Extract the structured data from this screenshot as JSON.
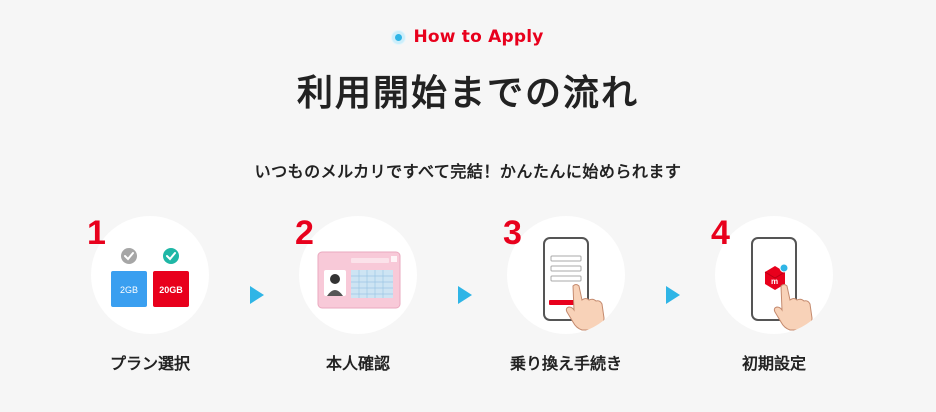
{
  "header": {
    "eyebrow": "How to Apply",
    "title": "利用開始までの流れ",
    "subtitle": "いつものメルカリですべて完結！かんたんに始められます"
  },
  "steps": [
    {
      "number": "1",
      "label": "プラン選択",
      "plans": [
        "2GB",
        "20GB"
      ]
    },
    {
      "number": "2",
      "label": "本人確認"
    },
    {
      "number": "3",
      "label": "乗り換え手続き"
    },
    {
      "number": "4",
      "label": "初期設定"
    }
  ],
  "colors": {
    "accent_red": "#e8001c",
    "arrow_blue": "#2fb5e6",
    "plan_blue": "#3a9ff0",
    "check_gray": "#a6a6a6",
    "check_teal": "#1fb7a6"
  }
}
